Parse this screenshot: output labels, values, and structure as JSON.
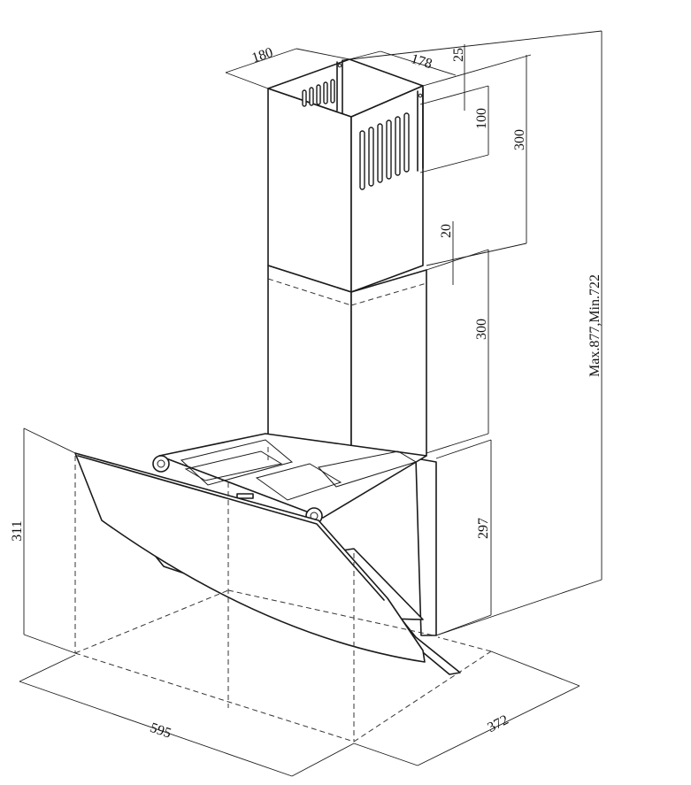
{
  "dimensions": {
    "chimney_width": "180",
    "chimney_depth": "178",
    "top_offset": "25",
    "vent_height": "100",
    "upper_chimney": "300",
    "overlap": "20",
    "lower_chimney": "300",
    "body_height": "297",
    "total_height": "Max.877,Min.722",
    "glass_height": "311",
    "hood_width": "595",
    "hood_depth": "372"
  }
}
